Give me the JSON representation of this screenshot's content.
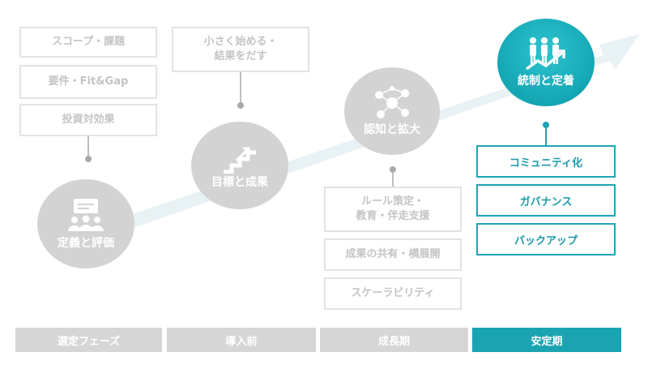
{
  "top_left_boxes": [
    "スコープ・課題",
    "要件・Fit&Gap",
    "投資対効果"
  ],
  "box_small_start": "小さく始める・\n結果をだす",
  "box_expansion": [
    "ルール策定・\n教育・伴走支援",
    "成果の共有・横展開",
    "スケーラビリティ"
  ],
  "active_boxes": [
    "コミュニティ化",
    "ガバナンス",
    "バックアップ"
  ],
  "circles": {
    "define": "定義と評価",
    "goal": "目標と成果",
    "recognize": "認知と拡大",
    "govern": "統制と定着"
  },
  "phases": [
    "選定フェーズ",
    "導入前",
    "成長期",
    "安定期"
  ],
  "colors": {
    "accent": "#1aa4b2",
    "inactive": "#d6d6d6",
    "arrow": "#e8f1f3"
  },
  "icons": [
    "whiteboard-people-icon",
    "stairs-arrow-icon",
    "network-people-icon",
    "team-growth-icon"
  ]
}
